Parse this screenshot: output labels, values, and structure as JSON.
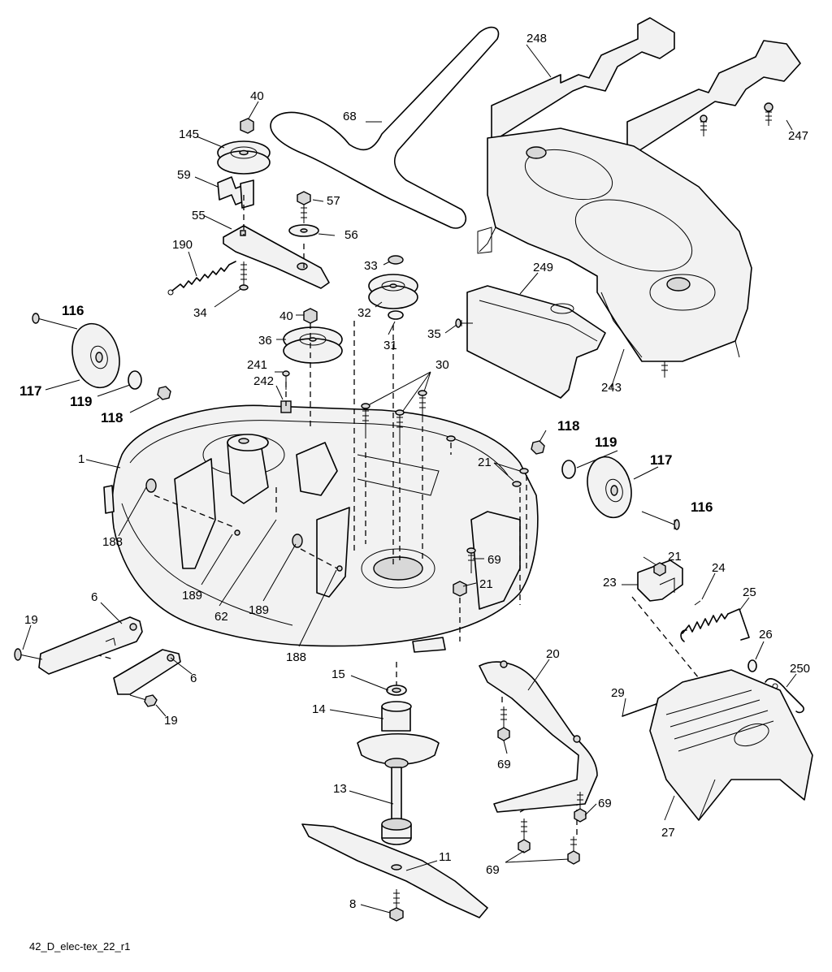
{
  "caption": "42_D_elec-tex_22_r1",
  "labels": [
    {
      "id": "248",
      "text": "248",
      "bold": false
    },
    {
      "id": "247",
      "text": "247",
      "bold": false
    },
    {
      "id": "68",
      "text": "68",
      "bold": false
    },
    {
      "id": "40a",
      "text": "40",
      "bold": false
    },
    {
      "id": "145",
      "text": "145",
      "bold": false
    },
    {
      "id": "59",
      "text": "59",
      "bold": false
    },
    {
      "id": "57",
      "text": "57",
      "bold": false
    },
    {
      "id": "55",
      "text": "55",
      "bold": false
    },
    {
      "id": "56",
      "text": "56",
      "bold": false
    },
    {
      "id": "190",
      "text": "190",
      "bold": false
    },
    {
      "id": "33",
      "text": "33",
      "bold": false
    },
    {
      "id": "249",
      "text": "249",
      "bold": false
    },
    {
      "id": "34",
      "text": "34",
      "bold": false
    },
    {
      "id": "32",
      "text": "32",
      "bold": false
    },
    {
      "id": "116a",
      "text": "116",
      "bold": true
    },
    {
      "id": "40b",
      "text": "40",
      "bold": false
    },
    {
      "id": "35",
      "text": "35",
      "bold": false
    },
    {
      "id": "31",
      "text": "31",
      "bold": false
    },
    {
      "id": "36",
      "text": "36",
      "bold": false
    },
    {
      "id": "243",
      "text": "243",
      "bold": false
    },
    {
      "id": "241",
      "text": "241",
      "bold": false
    },
    {
      "id": "30",
      "text": "30",
      "bold": false
    },
    {
      "id": "242",
      "text": "242",
      "bold": false
    },
    {
      "id": "117a",
      "text": "117",
      "bold": true
    },
    {
      "id": "119a",
      "text": "119",
      "bold": true
    },
    {
      "id": "118a",
      "text": "118",
      "bold": true
    },
    {
      "id": "118b",
      "text": "118",
      "bold": true
    },
    {
      "id": "1",
      "text": "1",
      "bold": false
    },
    {
      "id": "119b",
      "text": "119",
      "bold": true
    },
    {
      "id": "21a",
      "text": "21",
      "bold": false
    },
    {
      "id": "117b",
      "text": "117",
      "bold": true
    },
    {
      "id": "116b",
      "text": "116",
      "bold": true
    },
    {
      "id": "188a",
      "text": "188",
      "bold": false
    },
    {
      "id": "69a",
      "text": "69",
      "bold": false
    },
    {
      "id": "21b",
      "text": "21",
      "bold": false
    },
    {
      "id": "24",
      "text": "24",
      "bold": false
    },
    {
      "id": "23",
      "text": "23",
      "bold": false
    },
    {
      "id": "25",
      "text": "25",
      "bold": false
    },
    {
      "id": "189a",
      "text": "189",
      "bold": false
    },
    {
      "id": "62",
      "text": "62",
      "bold": false
    },
    {
      "id": "21c",
      "text": "21",
      "bold": false
    },
    {
      "id": "6a",
      "text": "6",
      "bold": false
    },
    {
      "id": "19a",
      "text": "19",
      "bold": false
    },
    {
      "id": "189b",
      "text": "189",
      "bold": false
    },
    {
      "id": "188b",
      "text": "188",
      "bold": false
    },
    {
      "id": "26",
      "text": "26",
      "bold": false
    },
    {
      "id": "20",
      "text": "20",
      "bold": false
    },
    {
      "id": "250",
      "text": "250",
      "bold": false
    },
    {
      "id": "6b",
      "text": "6",
      "bold": false
    },
    {
      "id": "15",
      "text": "15",
      "bold": false
    },
    {
      "id": "29",
      "text": "29",
      "bold": false
    },
    {
      "id": "14",
      "text": "14",
      "bold": false
    },
    {
      "id": "19b",
      "text": "19",
      "bold": false
    },
    {
      "id": "69b",
      "text": "69",
      "bold": false
    },
    {
      "id": "13",
      "text": "13",
      "bold": false
    },
    {
      "id": "69c",
      "text": "69",
      "bold": false
    },
    {
      "id": "27",
      "text": "27",
      "bold": false
    },
    {
      "id": "11",
      "text": "11",
      "bold": false
    },
    {
      "id": "69d",
      "text": "69",
      "bold": false
    },
    {
      "id": "8",
      "text": "8",
      "bold": false
    }
  ]
}
